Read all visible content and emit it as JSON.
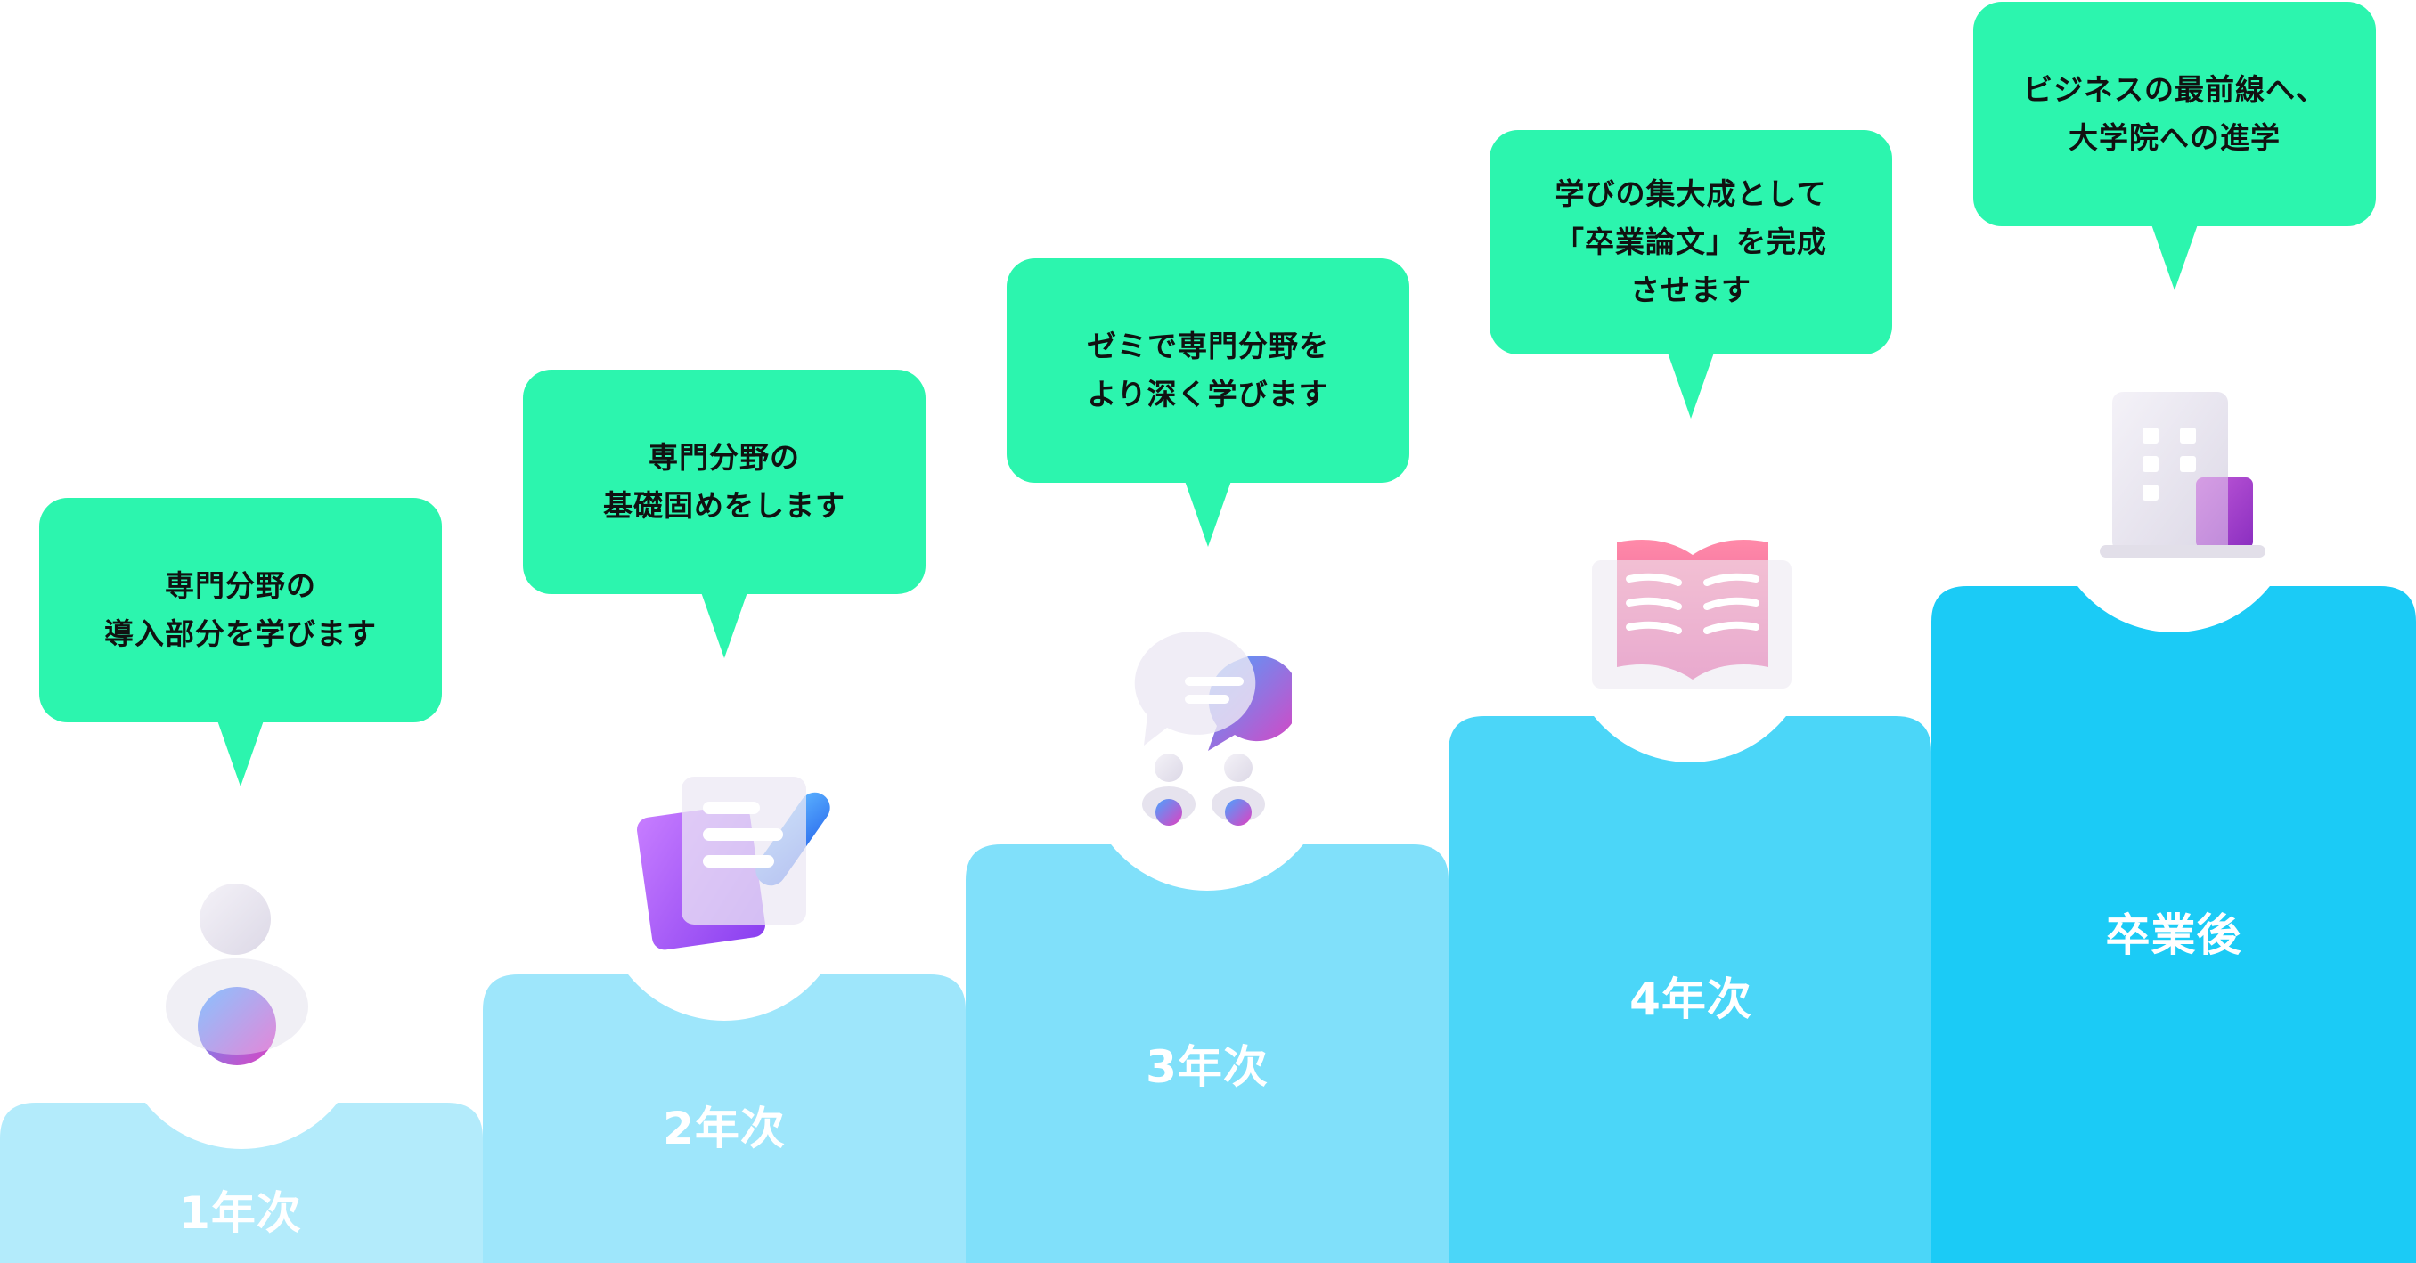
{
  "steps": [
    {
      "label": "1年次",
      "bubble": "専門分野の\n導入部分を学びます",
      "icon": "person-icon",
      "color": "#b3ebfb"
    },
    {
      "label": "2年次",
      "bubble": "専門分野の\n基礎固めをします",
      "icon": "notes-pen-icon",
      "color": "#9ee6fb"
    },
    {
      "label": "3年次",
      "bubble": "ゼミで専門分野を\nより深く学びます",
      "icon": "discussion-icon",
      "color": "#80e0fa"
    },
    {
      "label": "4年次",
      "bubble": "学びの集大成として\n「卒業論文」を完成\nさせます",
      "icon": "open-book-icon",
      "color": "#4bd6f8"
    },
    {
      "label": "卒業後",
      "bubble": "ビジネスの最前線へ、\n大学院への進学",
      "icon": "building-icon",
      "color": "#1bcbf6"
    }
  ],
  "colors": {
    "bubble": "#2cf5ae",
    "label_text": "#ffffff",
    "bubble_text": "#111111"
  }
}
